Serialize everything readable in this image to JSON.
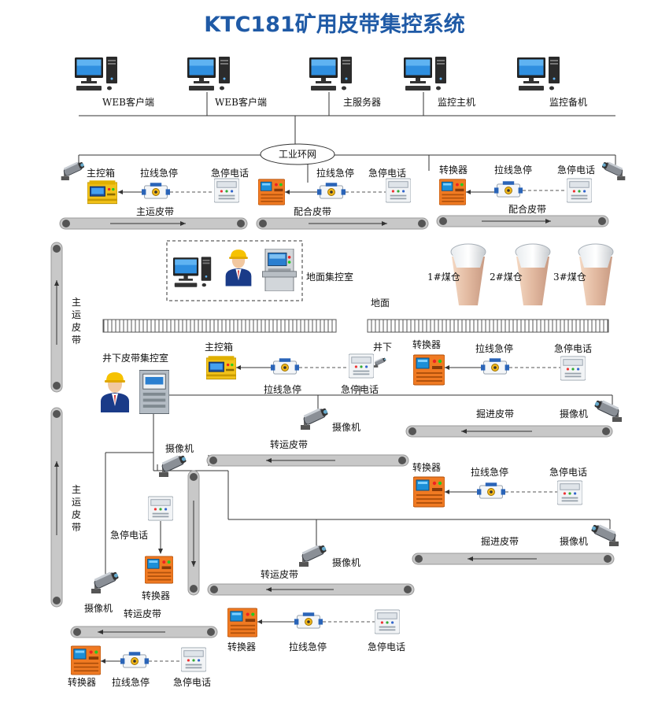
{
  "title": "KTC181矿用皮带集控系统",
  "terminals": {
    "web1": "WEB客户端",
    "web2": "WEB客户端",
    "server": "主服务器",
    "monitor_main": "监控主机",
    "monitor_backup": "监控备机"
  },
  "network": "工业环网",
  "surface": {
    "main_box": "主控箱",
    "pull_stop_1": "拉线急停",
    "phone_1": "急停电话",
    "main_belt": "主运皮带",
    "pull_stop_2": "拉线急停",
    "phone_2": "急停电话",
    "mate_belt_1": "配合皮带",
    "converter": "转换器",
    "pull_stop_3": "拉线急停",
    "phone_3": "急停电话",
    "mate_belt_2": "配合皮带",
    "control_room": "地面集控室",
    "bunker_1": "1#煤仓",
    "bunker_2": "2#煤仓",
    "bunker_3": "3#煤仓",
    "ground": "地面"
  },
  "underground": {
    "vertical_belt_1": "主运皮带",
    "vertical_belt_2": "主运皮带",
    "control_room": "井下皮带集控室",
    "main_box": "主控箱",
    "pull_stop_a": "拉线急停",
    "phone_a": "急停电话",
    "well_down": "井下",
    "converter_a": "转换器",
    "pull_stop_b": "拉线急停",
    "phone_b": "急停电话",
    "camera_a": "摄像机",
    "tunnel_belt_1": "掘进皮带",
    "camera_b": "摄像机",
    "camera_c": "摄像机",
    "transfer_belt_1": "转运皮带",
    "converter_c": "转换器",
    "pull_stop_c": "拉线急停",
    "phone_c": "急停电话",
    "tunnel_belt_2": "掘进皮带",
    "camera_d": "摄像机",
    "phone_d": "急停电话",
    "camera_e": "摄像机",
    "transfer_belt_2": "转运皮带",
    "converter_d": "转换器",
    "camera_f": "摄像机",
    "transfer_belt_3": "转运皮带",
    "converter_e": "转换器",
    "pull_stop_e": "拉线急停",
    "phone_e": "急停电话",
    "converter_f": "转换器",
    "pull_stop_f": "拉线急停",
    "phone_f": "急停电话"
  },
  "colors": {
    "title": "#1f5aa6",
    "converter": "#f07a22",
    "main_box": "#f2c21a",
    "screen": "#1c8fd8"
  }
}
